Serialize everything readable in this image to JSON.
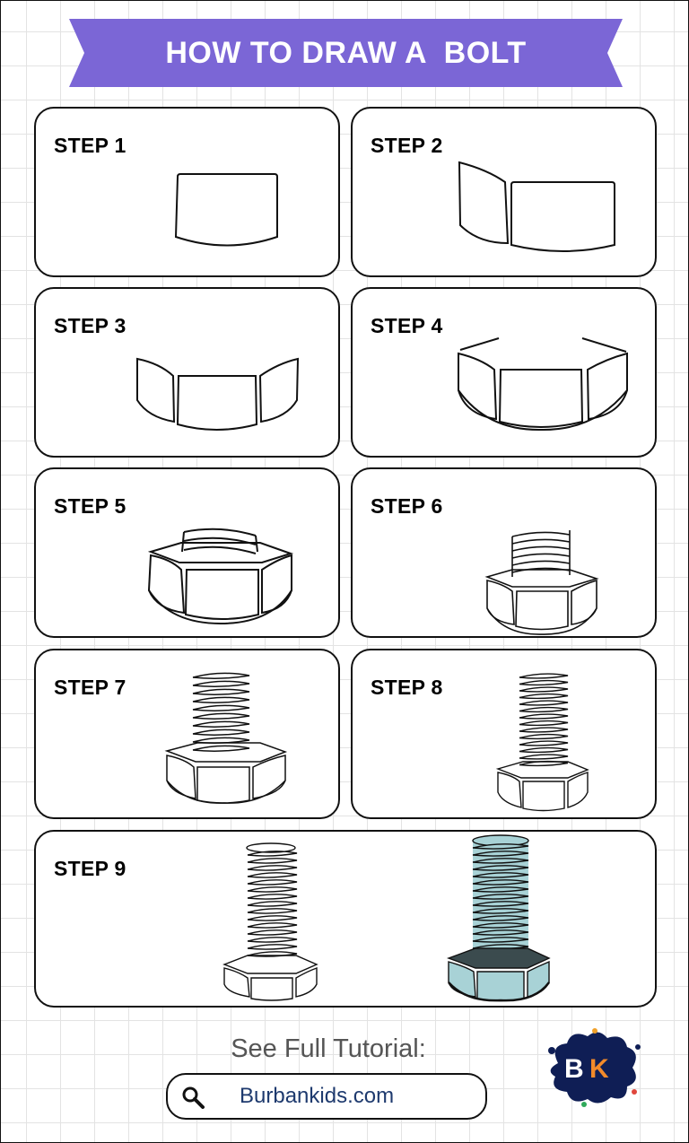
{
  "title": "HOW TO DRAW A  BOLT",
  "colors": {
    "banner": "#7b66d6",
    "bolt_fill": "#a8d2d6",
    "bolt_nut_top": "#3b4b4e"
  },
  "steps": [
    {
      "label": "STEP 1"
    },
    {
      "label": "STEP 2"
    },
    {
      "label": "STEP 3"
    },
    {
      "label": "STEP 4"
    },
    {
      "label": "STEP 5"
    },
    {
      "label": "STEP 6"
    },
    {
      "label": "STEP 7"
    },
    {
      "label": "STEP 8"
    },
    {
      "label": "STEP 9"
    }
  ],
  "footer": {
    "label": "See Full Tutorial:",
    "url": "Burbankids.com",
    "search_icon": "magnifier-icon",
    "logo": "BK"
  }
}
